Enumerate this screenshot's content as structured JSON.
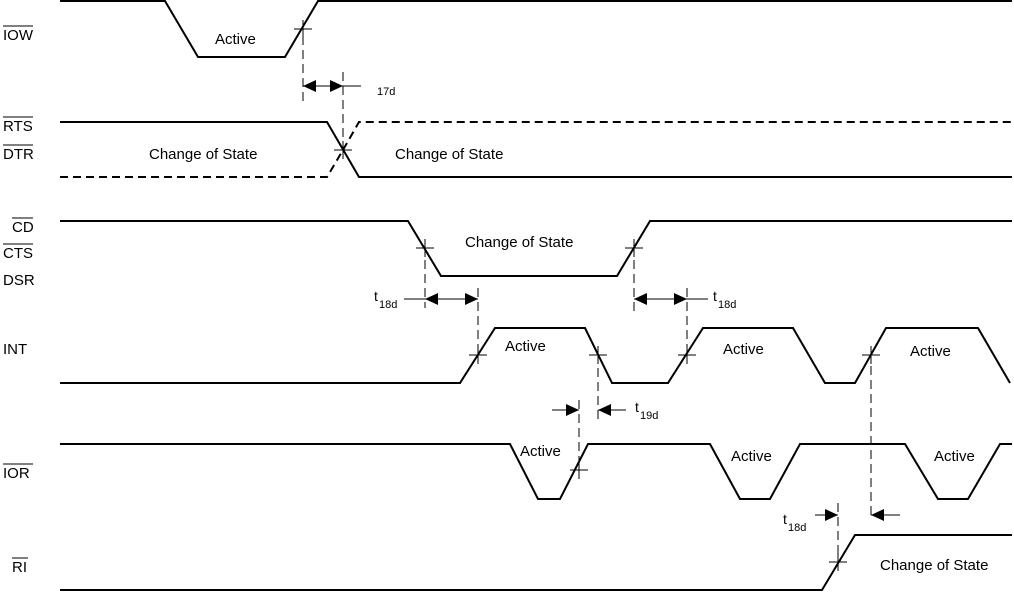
{
  "signals": {
    "iow": "IOW",
    "rts": "RTS",
    "dtr": "DTR",
    "cd": "CD",
    "cts": "CTS",
    "dsr": "DSR",
    "int": "INT",
    "ior": "IOR",
    "ri": "RI"
  },
  "labels": {
    "iow_active": "Active",
    "rts_change_left": "Change of State",
    "rts_change_right": "Change of State",
    "modem_change": "Change of State",
    "int_active_1": "Active",
    "int_active_2": "Active",
    "int_active_3": "Active",
    "ior_active_1": "Active",
    "ior_active_2": "Active",
    "ior_active_3": "Active",
    "ri_change": "Change of State"
  },
  "timing": {
    "t17d": "17d",
    "t18d_main": "t",
    "t18d_sub": "18d",
    "t19d_main": "t",
    "t19d_sub": "19d"
  }
}
